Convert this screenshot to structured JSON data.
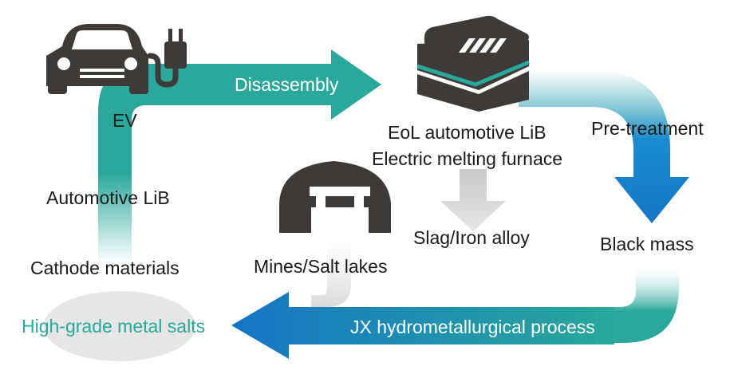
{
  "labels": {
    "ev": "EV",
    "disassembly": "Disassembly",
    "automotive_lib": "Automotive LiB",
    "cathode_materials": "Cathode materials",
    "high_grade_salts": "High-grade metal salts",
    "eol_lib": "EoL automotive LiB",
    "pre_treatment": "Pre-treatment",
    "electric_furnace": "Electric melting furnace",
    "slag_iron": "Slag/Iron alloy",
    "black_mass": "Black mass",
    "mines_salt_lakes": "Mines/Salt lakes",
    "jx_process": "JX hydrometallurgical process"
  },
  "colors": {
    "teal": "#2aa89b",
    "blue": "#1575c4",
    "dark_icon": "#3d3a39",
    "grey_arrow": "#d3d3d3",
    "ellipse": "#e6e6e6"
  },
  "icons": [
    "car-icon",
    "plug-icon",
    "battery-icon",
    "mine-icon"
  ]
}
